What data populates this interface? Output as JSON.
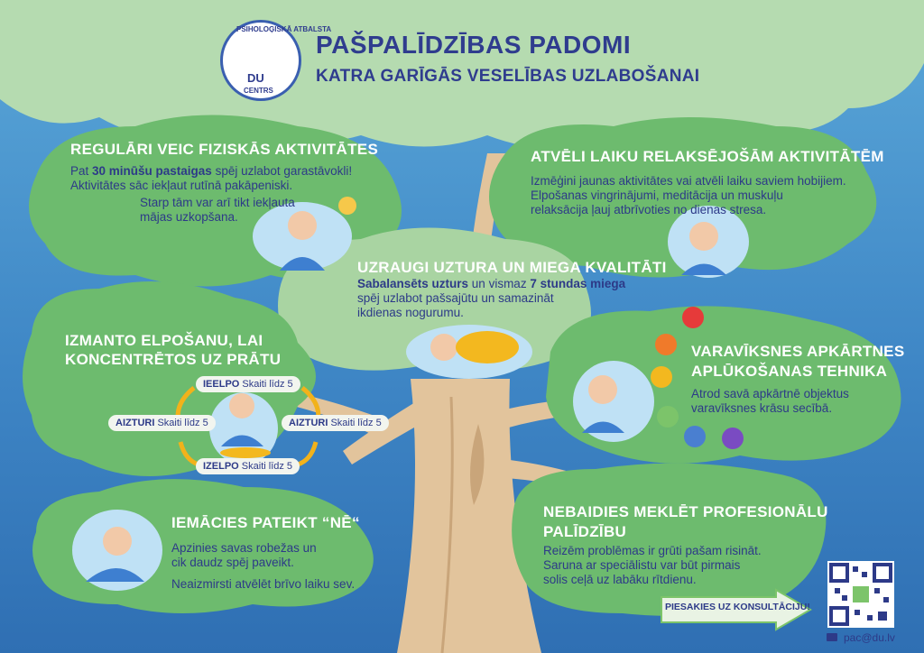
{
  "header": {
    "title": "PAŠPALĪDZĪBAS PADOMI",
    "subtitle": "KATRA GARĪGĀS VESELĪBAS UZLABOŠANAI",
    "logo": {
      "ring_text": "PSIHOLOĢISKĀ ATBALSTA",
      "center_text": "DU",
      "bottom_text": "CENTRS"
    }
  },
  "tips": {
    "physical": {
      "heading": "REGULĀRI VEIC FIZISKĀS AKTIVITĀTES",
      "line1_pre": "Pat ",
      "line1_bold": "30 minūšu pastaigas",
      "line1_post": " spēj uzlabot garastāvokli!",
      "line2": "Aktivitātes sāc iekļaut rutīnā pakāpeniski.",
      "line3": "Starp tām var arī tikt iekļauta",
      "line4": "mājas uzkopšana."
    },
    "relax": {
      "heading": "ATVĒLI LAIKU RELAKSĒJOŠĀM AKTIVITĀTĒM",
      "line1": "Izmēģini jaunas aktivitātes vai atvēli laiku saviem hobijiem.",
      "line2": "Elpošanas vingrinājumi, meditācija un muskuļu",
      "line3": "relaksācija ļauj atbrīvoties no dienas stresa."
    },
    "nutrition": {
      "heading": "UZRAUGI UZTURA UN MIEGA KVALITĀTI",
      "bold1": "Sabalansēts uzturs",
      "mid": " un vismaz ",
      "bold2": "7 stundas miega",
      "line2": "spēj uzlabot pašsajūtu un samazināt",
      "line3": "ikdienas nogurumu."
    },
    "breathing": {
      "heading1": "IZMANTO ELPOŠANU, LAI",
      "heading2": "KONCENTRĒTOS UZ PRĀTU",
      "steps": [
        {
          "bold": "IEELPO",
          "text": " Skaiti līdz 5"
        },
        {
          "bold": "AIZTURI",
          "text": " Skaiti līdz 5"
        },
        {
          "bold": "IZELPO",
          "text": " Skaiti līdz 5"
        },
        {
          "bold": "AIZTURI",
          "text": " Skaiti līdz 5"
        }
      ]
    },
    "rainbow": {
      "heading1": "VARAVĪKSNES APKĀRTNES",
      "heading2": "APLŪKOŠANAS TEHNIKA",
      "line1": "Atrod savā apkārtnē objektus",
      "line2": "varavīksnes krāsu secībā.",
      "colors": [
        "#e63a3a",
        "#f07a2a",
        "#f3b81f",
        "#7cc46a",
        "#4a7fd0",
        "#7a4bc2"
      ]
    },
    "say_no": {
      "heading": "IEMĀCIES PATEIKT “NĒ“",
      "line1": "Apzinies savas robežas un",
      "line2": "cik daudz spēj paveikt.",
      "line3": "Neaizmirsti atvēlēt brīvo laiku sev."
    },
    "professional": {
      "heading1": "NEBAIDIES MEKLĒT PROFESIONĀLU",
      "heading2": "PALĪDZĪBU",
      "line1": "Reizēm problēmas ir grūti pašam risināt.",
      "line2": "Saruna ar speciālistu var būt pirmais",
      "line3": "solis ceļā uz labāku rītdienu."
    }
  },
  "footer": {
    "cta_label": "PIESAKIES UZ KONSULTĀCIJU!",
    "email": "pac@du.lv"
  },
  "colors": {
    "title_navy": "#2f3c8e",
    "leaf_green": "#6dbb6e",
    "leaf_light": "#a9d4a2",
    "trunk": "#e2c49c",
    "sky": "#4f9fd4"
  }
}
